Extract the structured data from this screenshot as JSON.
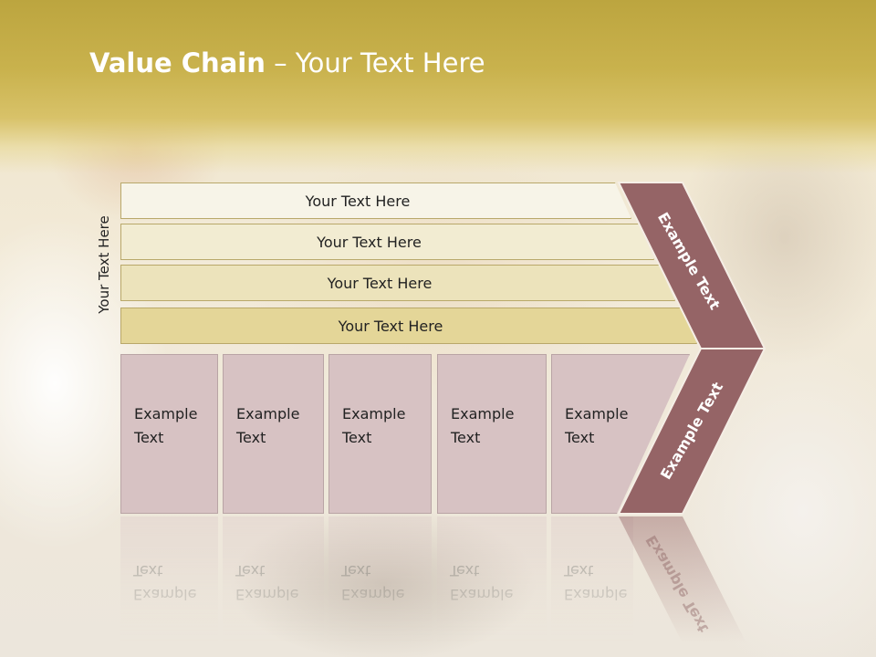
{
  "slide": {
    "title_bold": "Value Chain",
    "title_rest": " – Your Text Here"
  },
  "side_label": "Your Text Here",
  "bands": [
    "Your Text Here",
    "Your Text Here",
    "Your Text Here",
    "Your Text Here"
  ],
  "boxes": [
    "Example Text",
    "Example Text",
    "Example Text",
    "Example Text",
    "Example Text"
  ],
  "chevron": {
    "upper_text": "Example Text",
    "lower_text": "Example Text"
  },
  "colors": {
    "title_band": "#c9b24d",
    "chevron": "#956466",
    "box_fill": "#d7c2c3"
  }
}
